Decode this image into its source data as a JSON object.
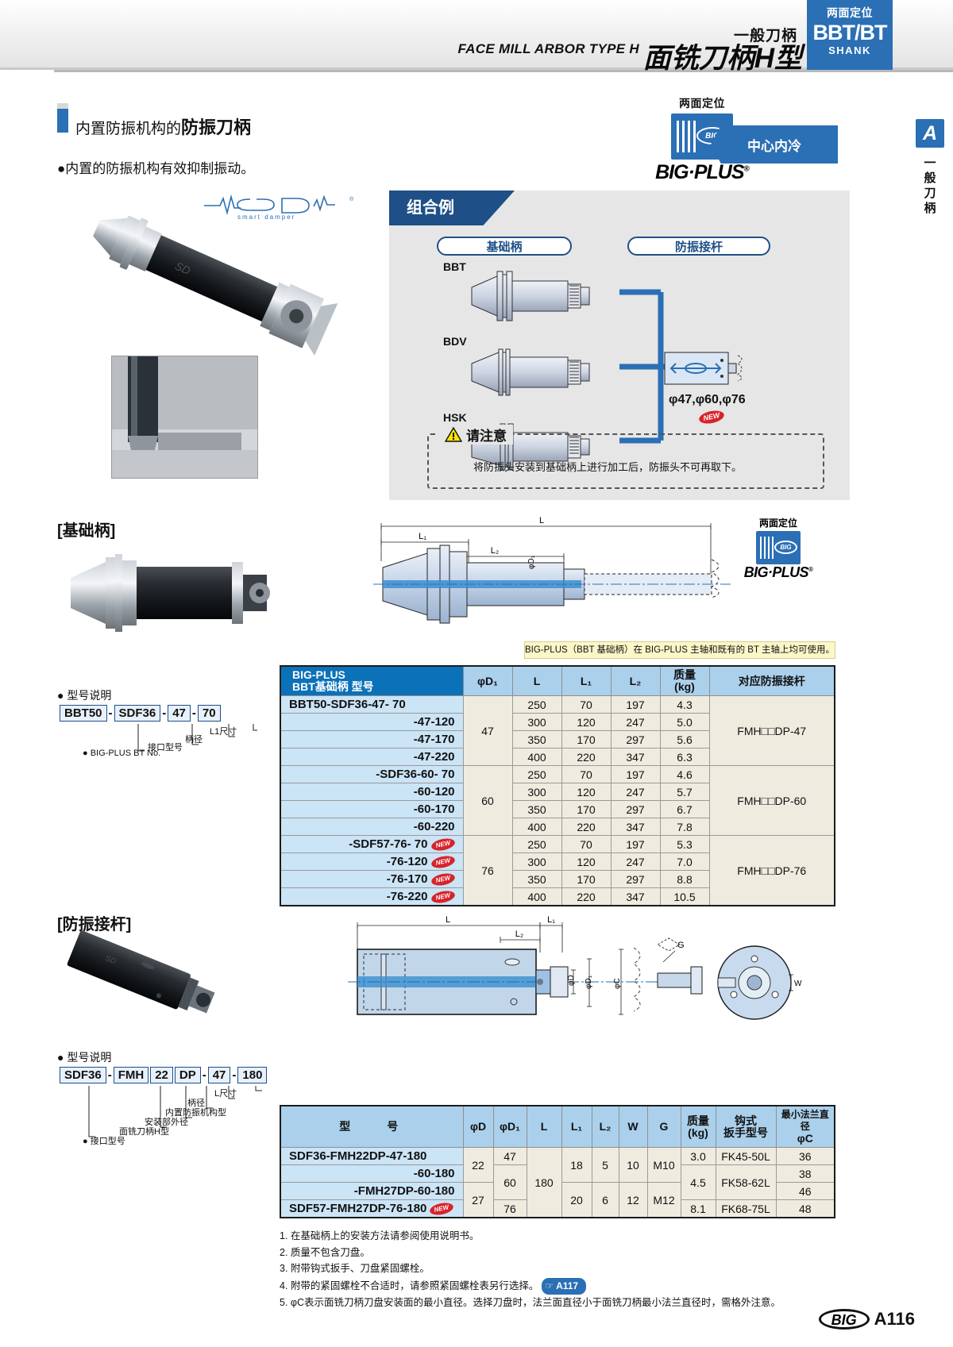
{
  "header": {
    "english_title": "FACE MILL ARBOR TYPE H",
    "subtitle_cn": "一般刀柄",
    "title_cn": "面铣刀柄H型",
    "badge": {
      "line1": "两面定位",
      "line2": "BBT/BT",
      "line3": "SHANK"
    }
  },
  "side_tab": {
    "letter": "A",
    "vertical_text": "一般刀柄"
  },
  "section1": {
    "title_small": "内置防振机构的",
    "title_big": "防振刀柄",
    "bullet": "●内置的防振机构有效抑制振动。",
    "logo": "smart damper"
  },
  "bigplus": {
    "top_label": "两面定位",
    "wordmark": "BIG·PLUS",
    "reg": "®",
    "oval_text": "BIG",
    "coolant_badge": "中心内冷"
  },
  "combo": {
    "tag": "组合例",
    "pill_base": "基础柄",
    "pill_damper": "防振接杆",
    "holders": [
      "BBT",
      "BDV",
      "HSK"
    ],
    "damper_dims": "φ47,φ60,φ76",
    "new_badge": "NEW",
    "caution_title": "请注意",
    "caution_text": "将防振头安装到基础柄上进行加工后，防振头不可再取下。"
  },
  "base_section": {
    "heading": "[基础柄]",
    "model_title": "● 型号说明",
    "code_parts": [
      "BBT50",
      "SDF36",
      "47",
      "70"
    ],
    "legends": [
      "L1尺寸",
      "柄径",
      "接口型号",
      "BIG-PLUS BT No."
    ],
    "dim_labels": [
      "L",
      "L₁",
      "L₂",
      "φD₁"
    ],
    "bigplus_label": "两面定位",
    "yellow_note": "BIG-PLUS（BBT 基础柄）在 BIG-PLUS 主轴和既有的 BT 主轴上均可使用。"
  },
  "damper_section": {
    "heading": "[防振接杆]",
    "model_title": "● 型号说明",
    "code_parts": [
      "SDF36",
      "FMH",
      "22",
      "DP",
      "47",
      "180"
    ],
    "legends": [
      "L尺寸",
      "柄径",
      "内置防振机构型",
      "安装部外径",
      "面铣刀柄H型",
      "接口型号"
    ],
    "dim_labels": [
      "L",
      "L₁",
      "L₂",
      "φD",
      "φD₁",
      "φC",
      "G",
      "W"
    ]
  },
  "table1": {
    "headers": [
      "BIG-PLUS\nBBT基础柄 型号",
      "φD₁",
      "L",
      "L₁",
      "L₂",
      "质量\n(kg)",
      "对应防振接杆"
    ],
    "header_main_line1": "BIG-PLUS",
    "header_main_line2": "BBT基础柄 型号",
    "header_phiD1": "φD₁",
    "header_L": "L",
    "header_L1": "L₁",
    "header_L2": "L₂",
    "header_mass_l1": "质量",
    "header_mass_l2": "(kg)",
    "header_damper": "对应防振接杆",
    "groups": [
      {
        "phiD1": "47",
        "damper": "FMH□□DP-47",
        "rows": [
          {
            "model": "BBT50-SDF36-47- 70",
            "first": true,
            "new": false,
            "L": "250",
            "L1": "70",
            "L2": "197",
            "mass": "4.3"
          },
          {
            "model": "-47-120",
            "first": false,
            "new": false,
            "L": "300",
            "L1": "120",
            "L2": "247",
            "mass": "5.0"
          },
          {
            "model": "-47-170",
            "first": false,
            "new": false,
            "L": "350",
            "L1": "170",
            "L2": "297",
            "mass": "5.6"
          },
          {
            "model": "-47-220",
            "first": false,
            "new": false,
            "L": "400",
            "L1": "220",
            "L2": "347",
            "mass": "6.3"
          }
        ]
      },
      {
        "phiD1": "60",
        "damper": "FMH□□DP-60",
        "rows": [
          {
            "model": "-SDF36-60- 70",
            "first": false,
            "new": false,
            "L": "250",
            "L1": "70",
            "L2": "197",
            "mass": "4.6"
          },
          {
            "model": "-60-120",
            "first": false,
            "new": false,
            "L": "300",
            "L1": "120",
            "L2": "247",
            "mass": "5.7"
          },
          {
            "model": "-60-170",
            "first": false,
            "new": false,
            "L": "350",
            "L1": "170",
            "L2": "297",
            "mass": "6.7"
          },
          {
            "model": "-60-220",
            "first": false,
            "new": false,
            "L": "400",
            "L1": "220",
            "L2": "347",
            "mass": "7.8"
          }
        ]
      },
      {
        "phiD1": "76",
        "damper": "FMH□□DP-76",
        "rows": [
          {
            "model": "-SDF57-76- 70",
            "first": false,
            "new": true,
            "L": "250",
            "L1": "70",
            "L2": "197",
            "mass": "5.3"
          },
          {
            "model": "-76-120",
            "first": false,
            "new": true,
            "L": "300",
            "L1": "120",
            "L2": "247",
            "mass": "7.0"
          },
          {
            "model": "-76-170",
            "first": false,
            "new": true,
            "L": "350",
            "L1": "170",
            "L2": "297",
            "mass": "8.8"
          },
          {
            "model": "-76-220",
            "first": false,
            "new": true,
            "L": "400",
            "L1": "220",
            "L2": "347",
            "mass": "10.5"
          }
        ]
      }
    ]
  },
  "table2": {
    "header_model": "型　　号",
    "header_phiD": "φD",
    "header_phiD1": "φD₁",
    "header_L": "L",
    "header_L1": "L₁",
    "header_L2": "L₂",
    "header_W": "W",
    "header_G": "G",
    "header_mass_l1": "质量",
    "header_mass_l2": "(kg)",
    "header_wrench_l1": "钩式",
    "header_wrench_l2": "扳手型号",
    "header_flange_l1": "最小法兰直径",
    "header_flange_l2": "φC",
    "rows": [
      {
        "model": "SDF36-FMH22DP-47-180",
        "first": true,
        "new": false,
        "phiD": "22",
        "phiD1": "47",
        "L": "180",
        "L1": "18",
        "L2": "5",
        "W": "10",
        "G": "M10",
        "mass": "3.0",
        "wrench": "FK45-50L",
        "flange": "36"
      },
      {
        "model": "-60-180",
        "first": false,
        "new": false,
        "phiD": "",
        "phiD1": "60",
        "L": "",
        "L1": "",
        "L2": "",
        "W": "",
        "G": "",
        "mass": "4.5",
        "wrench": "FK58-62L",
        "flange": "38"
      },
      {
        "model": "-FMH27DP-60-180",
        "first": false,
        "new": false,
        "phiD": "27",
        "phiD1": "",
        "L": "",
        "L1": "20",
        "L2": "6",
        "W": "12",
        "G": "M12",
        "mass": "",
        "wrench": "",
        "flange": "46"
      },
      {
        "model": "SDF57-FMH27DP-76-180",
        "first": true,
        "new": true,
        "phiD": "",
        "phiD1": "76",
        "L": "",
        "L1": "",
        "L2": "",
        "W": "",
        "G": "",
        "mass": "8.1",
        "wrench": "FK68-75L",
        "flange": "48"
      }
    ]
  },
  "notes": [
    "1. 在基础柄上的安装方法请参阅使用说明书。",
    "2. 质量不包含刀盘。",
    "3. 附带钩式扳手、刀盘紧固螺栓。",
    "4. 附带的紧固螺栓不合适时，请参照紧固螺栓表另行选择。",
    "5. φC表示面铣刀柄刀盘安装面的最小直径。选择刀盘时，法兰面直径小于面铣刀柄最小法兰直径时，需格外注意。"
  ],
  "note4_ref": "A117",
  "footer": {
    "logo": "BIG",
    "page": "A116"
  },
  "colors": {
    "accent_blue": "#2b6fb5",
    "dark_blue": "#1e4f86",
    "table_header": "#abd0ec",
    "table_header_main": "#0b71b9",
    "model_cell": "#cbe4f6",
    "data_cell": "#efebdf",
    "new_red": "#d8232a",
    "note_yellow": "#fdf6c8"
  }
}
